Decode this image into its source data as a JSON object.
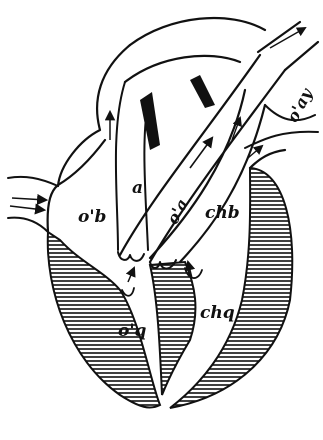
{
  "labels": {
    "ob": "o'b",
    "a": "a",
    "oa": "o'a",
    "chb": "chb",
    "oay": "o'ay",
    "oq": "o'q",
    "chq": "chq"
  },
  "colors": {
    "ink": "#111111",
    "paper": "#ffffff"
  }
}
